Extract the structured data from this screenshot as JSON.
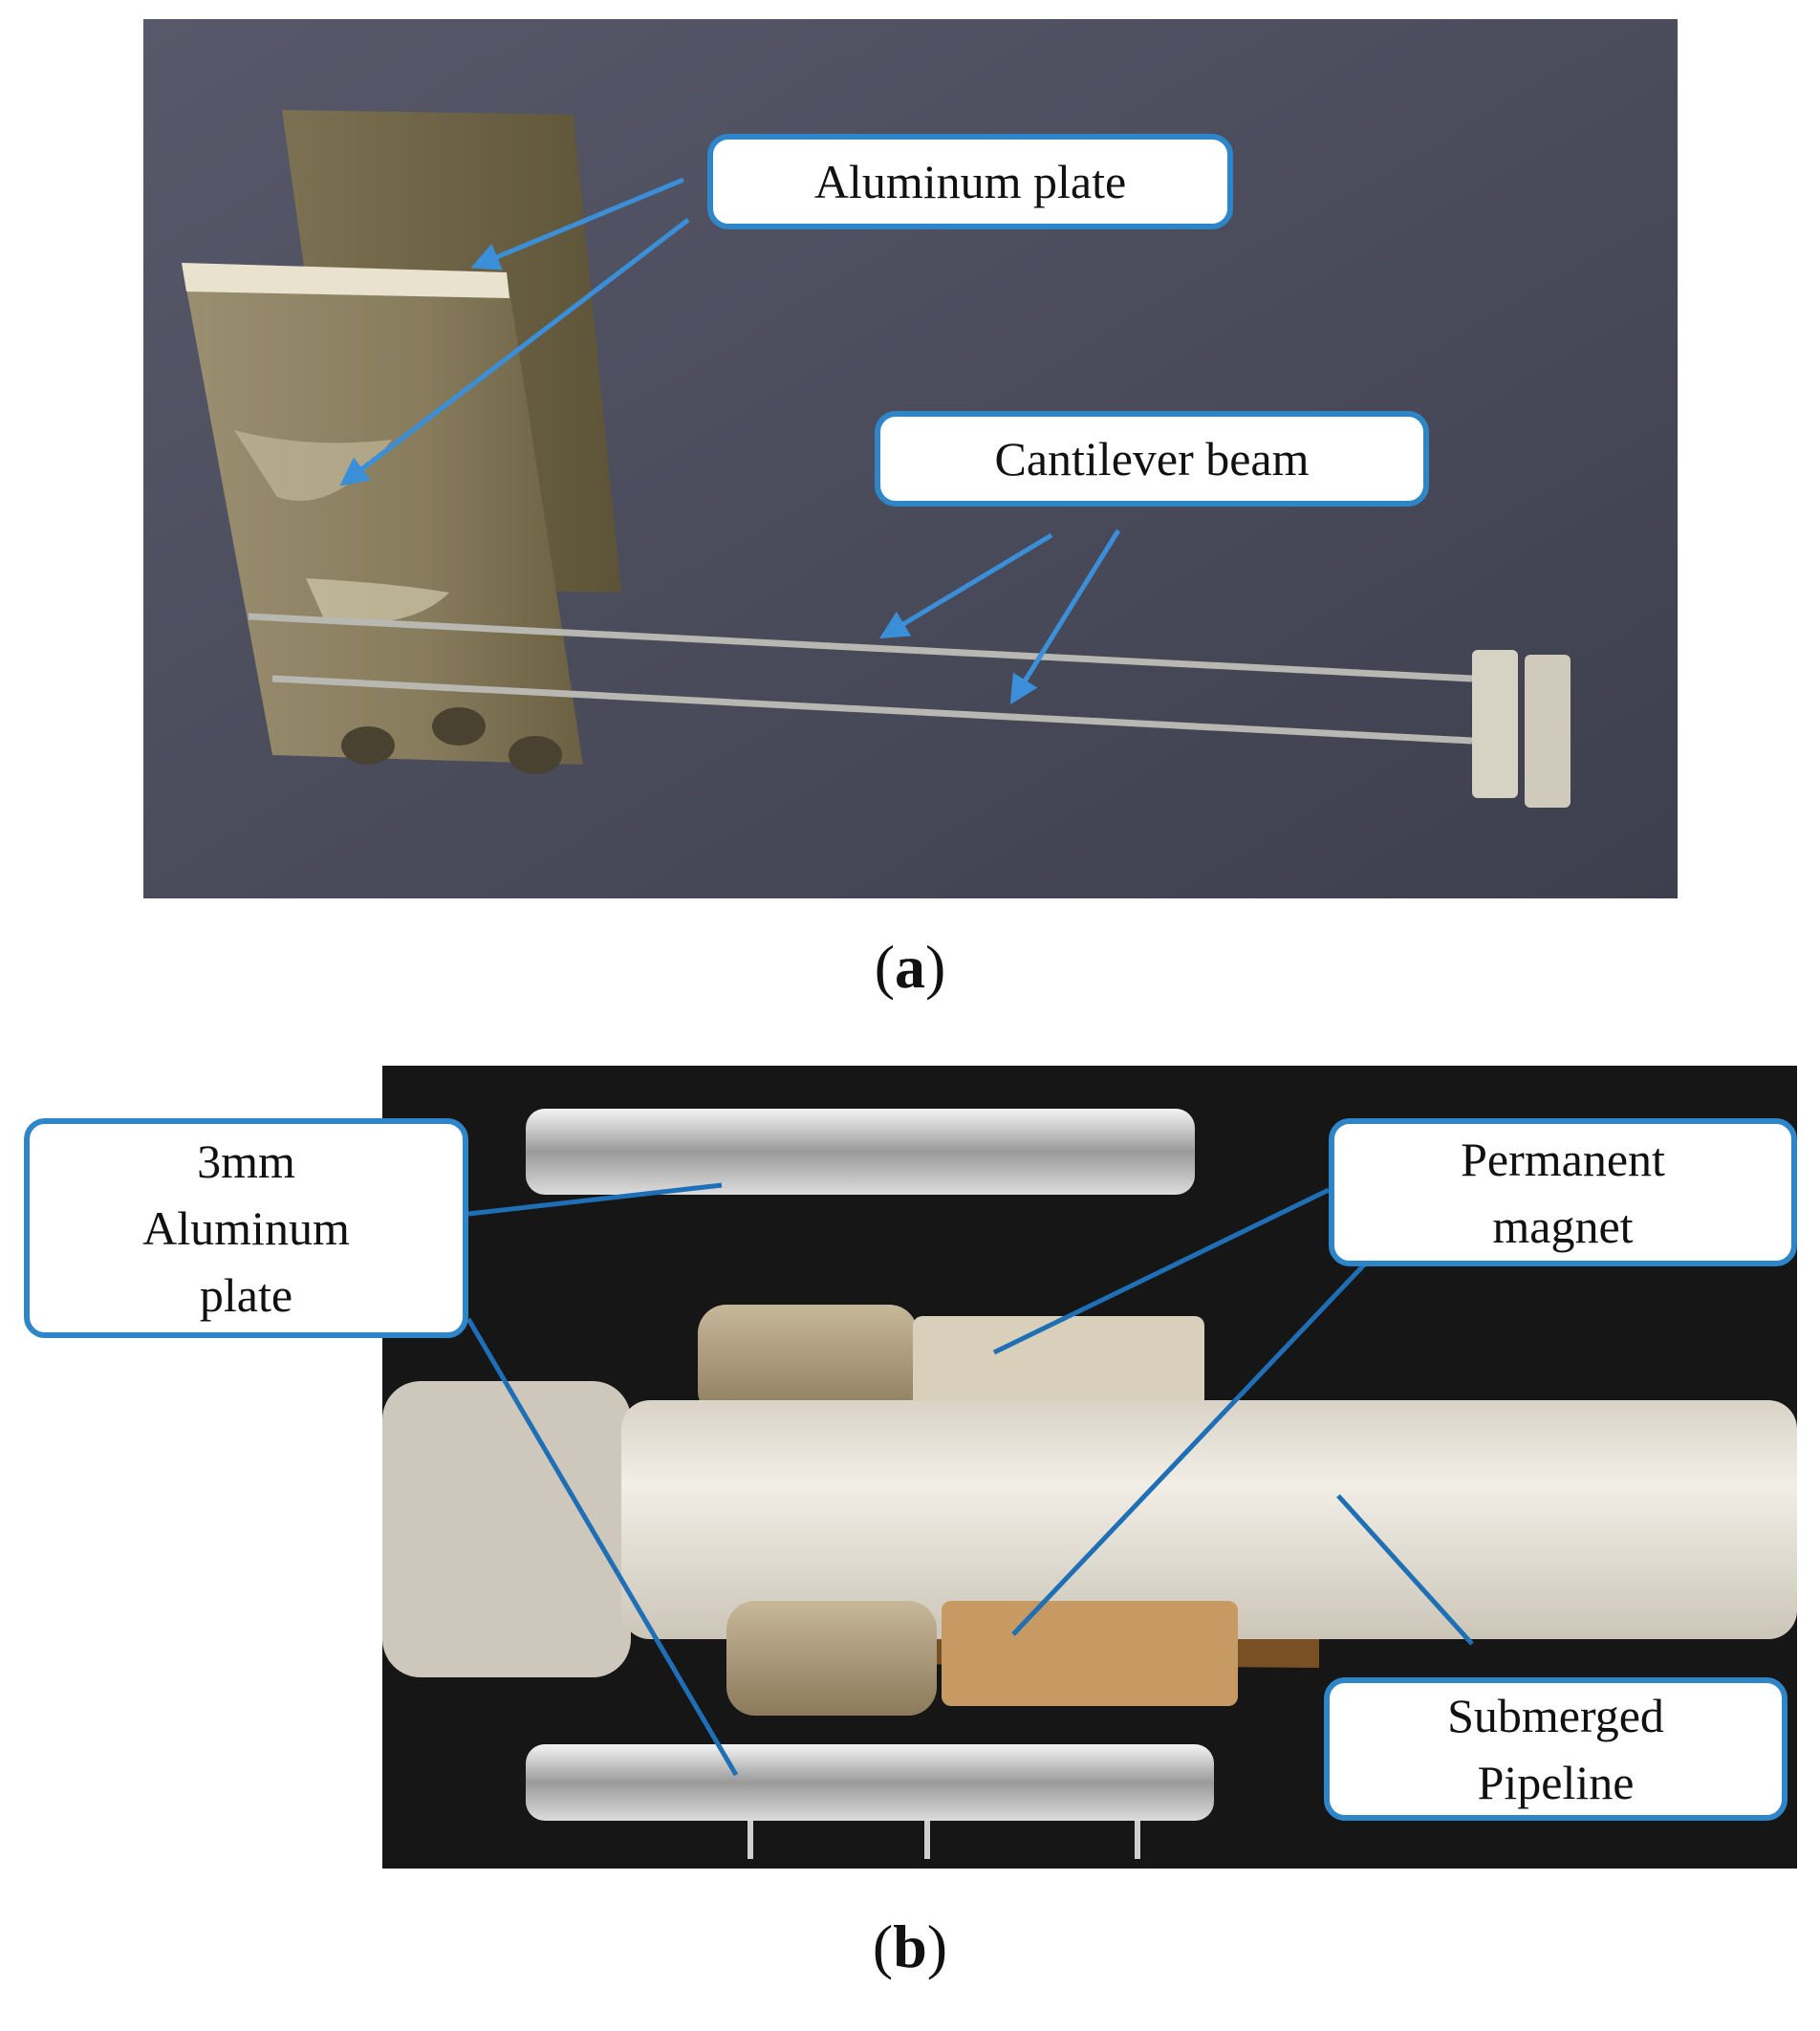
{
  "panel_a": {
    "label_open": "(",
    "label_letter": "a",
    "label_close": ")",
    "callouts": {
      "aluminum_plate": "Aluminum plate",
      "cantilever_beam": "Cantilever beam"
    },
    "colors": {
      "background": "#4a4b5c",
      "arrow": "#3a8fd8",
      "callout_border": "#2e86c9"
    }
  },
  "panel_b": {
    "label_open": "(",
    "label_letter": "b",
    "label_close": ")",
    "callouts": {
      "aluminum_plate_lines": [
        "3mm",
        "Aluminum",
        "plate"
      ],
      "permanent_magnet_lines": [
        "Permanent",
        "magnet"
      ],
      "submerged_pipeline_lines": [
        "Submerged",
        "Pipeline"
      ]
    },
    "colors": {
      "background": "#161616",
      "pointer": "#1e6fb5",
      "pipe": "#e5e1d6"
    }
  }
}
